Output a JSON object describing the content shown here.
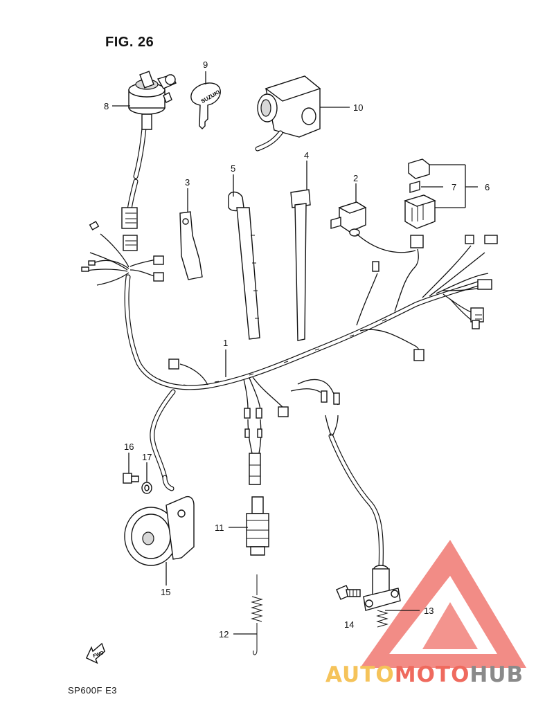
{
  "figure": {
    "title": "FIG. 26",
    "model": "SP600F  E3"
  },
  "callouts": {
    "c1": "1",
    "c2": "2",
    "c3": "3",
    "c4": "4",
    "c5": "5",
    "c6": "6",
    "c7": "7",
    "c8": "8",
    "c9": "9",
    "c10": "10",
    "c11": "11",
    "c12": "12",
    "c13": "13",
    "c14": "14",
    "c15": "15",
    "c16": "16",
    "c17": "17"
  },
  "part_text": {
    "key_brand": "SUZUKI",
    "fwd_arrow": "FWD"
  },
  "watermark": {
    "part1": "AUTO",
    "part2": "MOTO",
    "part3": "HUB",
    "color_auto": "#f5c35a",
    "color_moto": "#ef6a5e",
    "color_hub": "#8a8a8a",
    "triangle_color": "#ee6a62"
  }
}
